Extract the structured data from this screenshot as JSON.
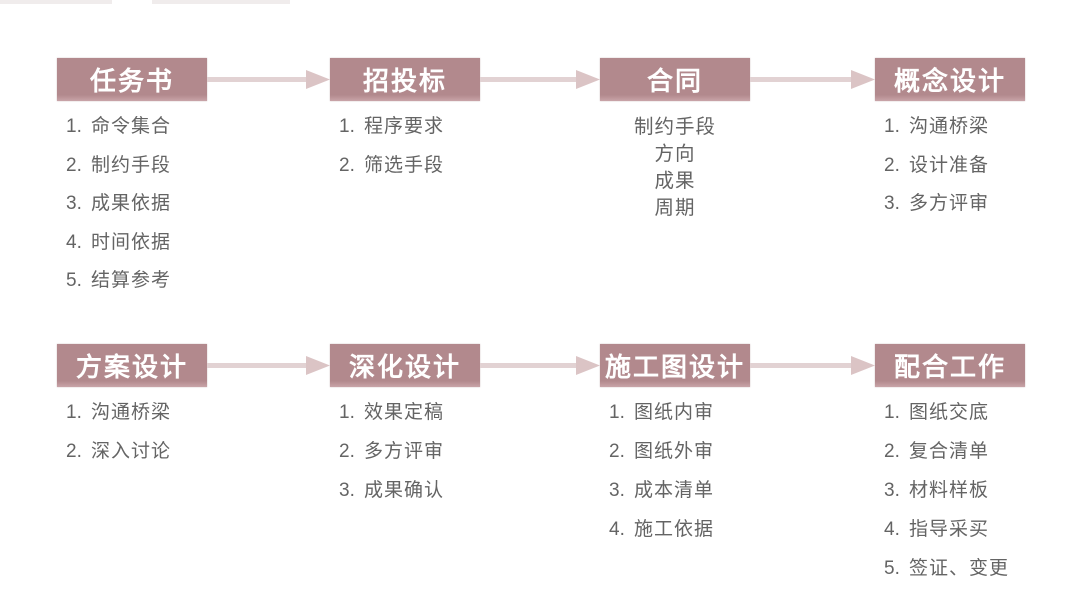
{
  "palette": {
    "background": "#ffffff",
    "box_fill": "#b2898d",
    "box_fill_light": "#c9a4a8",
    "arrow_shaft": "#e2d2d3",
    "arrow_head": "#dbc4c5",
    "title_text": "#ffffff",
    "list_text": "#646464"
  },
  "rows": [
    {
      "steps": [
        {
          "title": "任务书",
          "items": [
            {
              "n": "1.",
              "t": "命令集合"
            },
            {
              "n": "2.",
              "t": "制约手段"
            },
            {
              "n": "3.",
              "t": "成果依据"
            },
            {
              "n": "4.",
              "t": "时间依据"
            },
            {
              "n": "5.",
              "t": "结算参考"
            }
          ]
        },
        {
          "title": "招投标",
          "items": [
            {
              "n": "1.",
              "t": "程序要求"
            },
            {
              "n": "2.",
              "t": "筛选手段"
            }
          ]
        },
        {
          "title": "合同",
          "items": [
            {
              "t": "制约手段"
            },
            {
              "t": "方向"
            },
            {
              "t": "成果"
            },
            {
              "t": "周期"
            }
          ]
        },
        {
          "title": "概念设计",
          "items": [
            {
              "n": "1.",
              "t": "沟通桥梁"
            },
            {
              "n": "2.",
              "t": "设计准备"
            },
            {
              "n": "3.",
              "t": "多方评审"
            }
          ]
        }
      ]
    },
    {
      "steps": [
        {
          "title": "方案设计",
          "items": [
            {
              "n": "1.",
              "t": "沟通桥梁"
            },
            {
              "n": "2.",
              "t": "深入讨论"
            }
          ]
        },
        {
          "title": "深化设计",
          "items": [
            {
              "n": "1.",
              "t": "效果定稿"
            },
            {
              "n": "2.",
              "t": "多方评审"
            },
            {
              "n": "3.",
              "t": "成果确认"
            }
          ]
        },
        {
          "title": "施工图设计",
          "items": [
            {
              "n": "1.",
              "t": "图纸内审"
            },
            {
              "n": "2.",
              "t": "图纸外审"
            },
            {
              "n": "3.",
              "t": "成本清单"
            },
            {
              "n": "4.",
              "t": "施工依据"
            }
          ]
        },
        {
          "title": "配合工作",
          "items": [
            {
              "n": "1.",
              "t": "图纸交底"
            },
            {
              "n": "2.",
              "t": "复合清单"
            },
            {
              "n": "3.",
              "t": "材料样板"
            },
            {
              "n": "4.",
              "t": "指导采买"
            },
            {
              "n": "5.",
              "t": "签证、变更"
            }
          ]
        }
      ]
    }
  ]
}
